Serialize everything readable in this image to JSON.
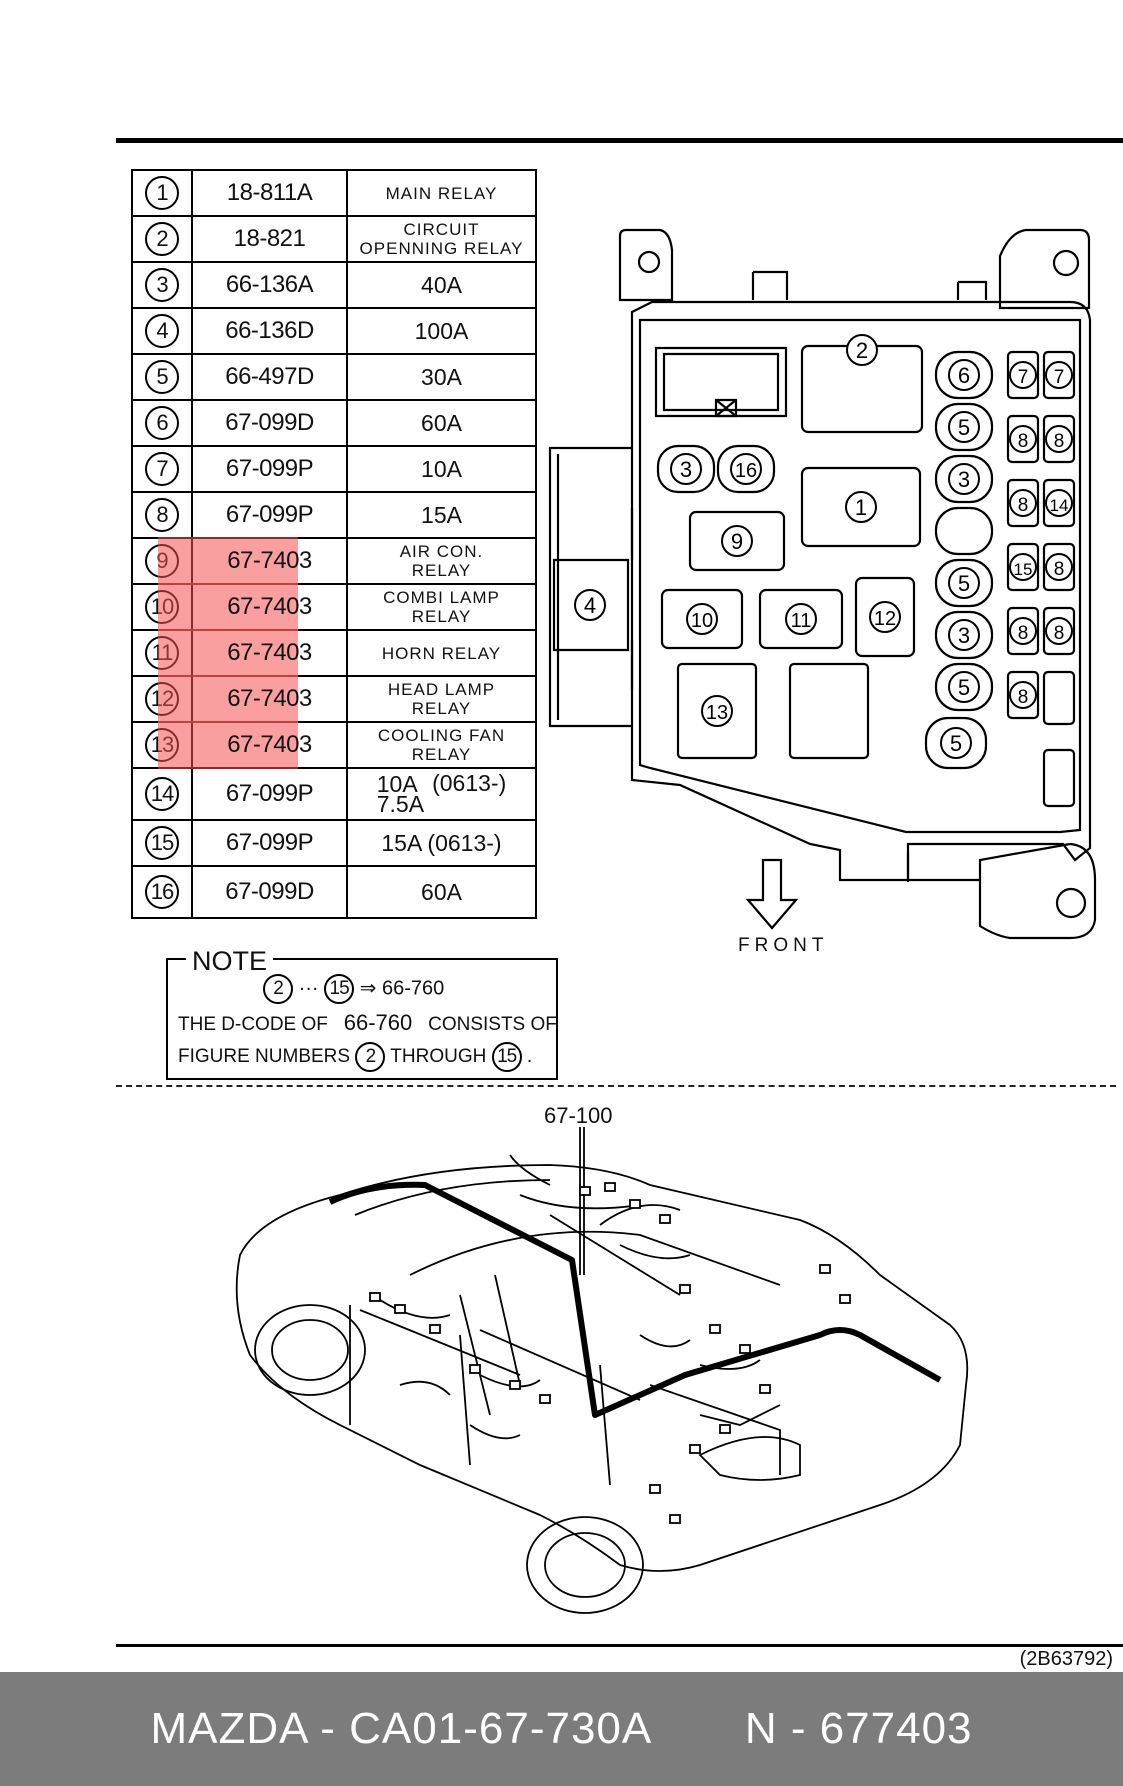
{
  "parts_table": {
    "rows": [
      {
        "no": "1",
        "code": "18-811A",
        "desc_lines": [
          "MAIN RELAY"
        ],
        "highlight": false
      },
      {
        "no": "2",
        "code": "18-821",
        "desc_lines": [
          "CIRCUIT",
          "OPENNING RELAY"
        ],
        "highlight": false
      },
      {
        "no": "3",
        "code": "66-136A",
        "desc_lines": [
          "40A"
        ],
        "highlight": false
      },
      {
        "no": "4",
        "code": "66-136D",
        "desc_lines": [
          "100A"
        ],
        "highlight": false
      },
      {
        "no": "5",
        "code": "66-497D",
        "desc_lines": [
          "30A"
        ],
        "highlight": false
      },
      {
        "no": "6",
        "code": "67-099D",
        "desc_lines": [
          "60A"
        ],
        "highlight": false
      },
      {
        "no": "7",
        "code": "67-099P",
        "desc_lines": [
          "10A"
        ],
        "highlight": false
      },
      {
        "no": "8",
        "code": "67-099P",
        "desc_lines": [
          "15A"
        ],
        "highlight": false
      },
      {
        "no": "9",
        "code": "67-7403",
        "desc_lines": [
          "AIR CON.",
          "RELAY"
        ],
        "highlight": true
      },
      {
        "no": "10",
        "code": "67-7403",
        "desc_lines": [
          "COMBI LAMP",
          "RELAY"
        ],
        "highlight": true
      },
      {
        "no": "11",
        "code": "67-7403",
        "desc_lines": [
          "HORN RELAY"
        ],
        "highlight": true
      },
      {
        "no": "12",
        "code": "67-7403",
        "desc_lines": [
          "HEAD LAMP",
          "RELAY"
        ],
        "highlight": true
      },
      {
        "no": "13",
        "code": "67-7403",
        "desc_lines": [
          "COOLING FAN",
          "RELAY"
        ],
        "highlight": true
      },
      {
        "no": "14",
        "code": "67-099P",
        "desc_lines": [
          "10A",
          "7.5A"
        ],
        "desc_suffix": "(0613-)",
        "highlight": false
      },
      {
        "no": "15",
        "code": "67-099P",
        "desc_lines": [
          "15A (0613-)"
        ],
        "highlight": false
      },
      {
        "no": "16",
        "code": "67-099D",
        "desc_lines": [
          "60A"
        ],
        "highlight": false
      }
    ],
    "highlight_color": "#f45050"
  },
  "note": {
    "title": "NOTE",
    "range_from": "2",
    "range_sep": "···",
    "range_to": "15",
    "arrow": "⇒",
    "range_code": "66-760",
    "line2_a": "THE D-CODE OF",
    "line2_code": "66-760",
    "line2_b": "CONSISTS OF",
    "line3_a": "FIGURE NUMBERS",
    "line3_from": "2",
    "line3_b": "THROUGH",
    "line3_to": "15",
    "line3_end": "."
  },
  "fuse_box": {
    "labels": [
      "2",
      "1",
      "3",
      "16",
      "9",
      "10",
      "11",
      "12",
      "13",
      "4",
      "6",
      "5",
      "3",
      "5",
      "3",
      "5",
      "5",
      "7",
      "7",
      "8",
      "8",
      "8",
      "14",
      "15",
      "8",
      "8",
      "8",
      "8"
    ],
    "front_label": "FRONT"
  },
  "harness": {
    "callout": "67-100"
  },
  "reference": "(2B63792)",
  "footer": {
    "brand": "MAZDA - CA01-67-730A",
    "number": "N - 677403"
  }
}
